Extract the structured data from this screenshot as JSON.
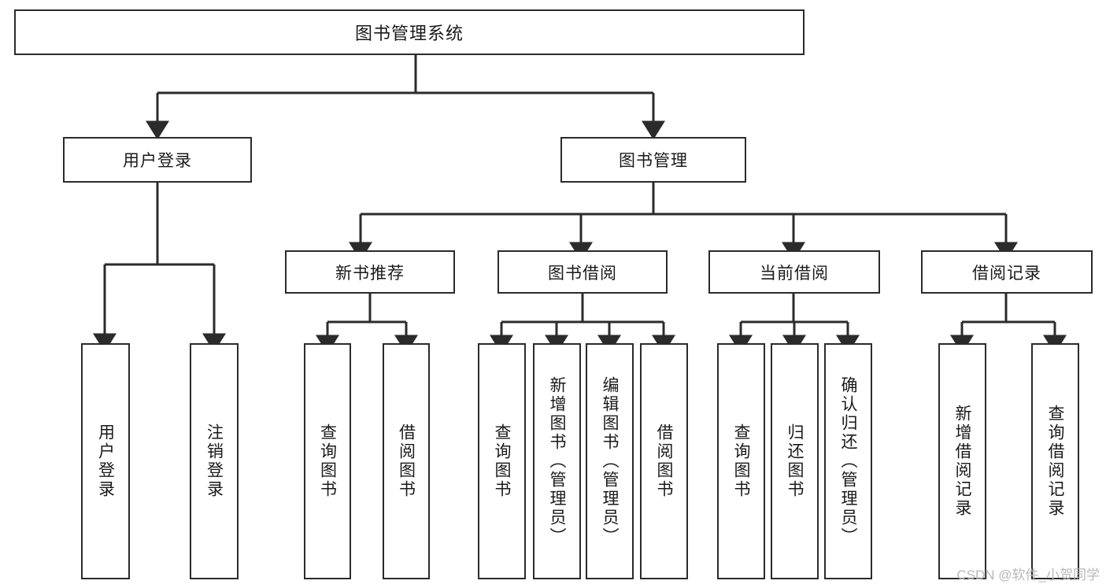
{
  "diagram": {
    "title": "图书管理系统",
    "watermark": "CSDN @软件_小贺同学",
    "stroke_color": "#2b2b2b",
    "background_color": "#ffffff",
    "text_color": "#1a1a1a",
    "watermark_color": "#b8b8b8",
    "root": {
      "label": "图书管理系统"
    },
    "level2": [
      {
        "label": "用户登录"
      },
      {
        "label": "图书管理"
      }
    ],
    "level3": [
      {
        "label": "新书推荐"
      },
      {
        "label": "图书借阅"
      },
      {
        "label": "当前借阅"
      },
      {
        "label": "借阅记录"
      }
    ],
    "leaves": {
      "user_login": [
        {
          "label": "用户登录"
        },
        {
          "label": "注销登录"
        }
      ],
      "new_book": [
        {
          "label": "查询图书"
        },
        {
          "label": "借阅图书"
        }
      ],
      "book_borrow": [
        {
          "label": "查询图书"
        },
        {
          "label": "新增图书（管理员）"
        },
        {
          "label": "编辑图书（管理员）"
        },
        {
          "label": "借阅图书"
        }
      ],
      "current_borrow": [
        {
          "label": "查询图书"
        },
        {
          "label": "归还图书"
        },
        {
          "label": "确认归还（管理员）"
        }
      ],
      "borrow_record": [
        {
          "label": "新增借阅记录"
        },
        {
          "label": "查询借阅记录"
        }
      ]
    }
  }
}
